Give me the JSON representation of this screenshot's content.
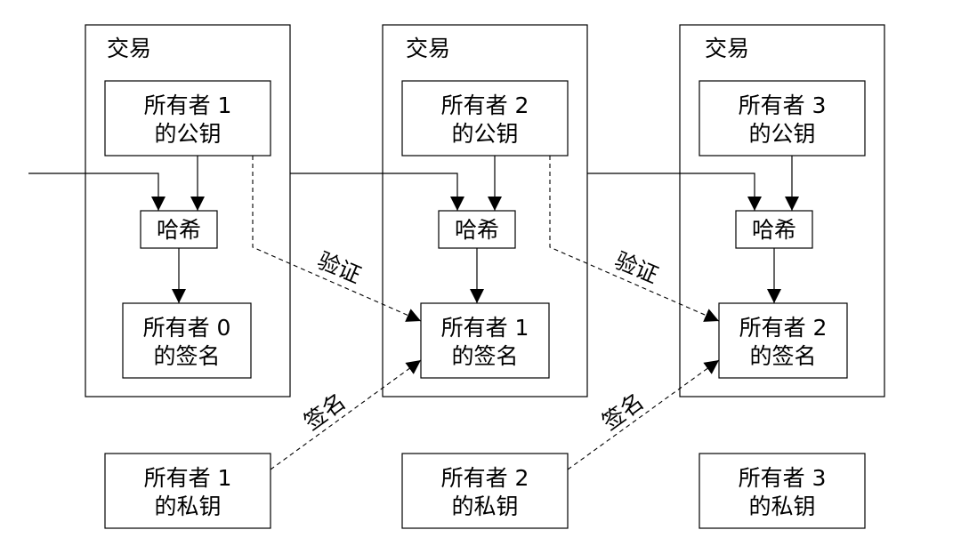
{
  "transactions": [
    {
      "title": "交易",
      "pubkey": [
        "所有者 1",
        "的公钥"
      ],
      "hash": "哈希",
      "signature": [
        "所有者 0",
        "的签名"
      ]
    },
    {
      "title": "交易",
      "pubkey": [
        "所有者 2",
        "的公钥"
      ],
      "hash": "哈希",
      "signature": [
        "所有者 1",
        "的签名"
      ]
    },
    {
      "title": "交易",
      "pubkey": [
        "所有者 3",
        "的公钥"
      ],
      "hash": "哈希",
      "signature": [
        "所有者 2",
        "的签名"
      ]
    }
  ],
  "private_keys": [
    [
      "所有者 1",
      "的私钥"
    ],
    [
      "所有者 2",
      "的私钥"
    ],
    [
      "所有者 3",
      "的私钥"
    ]
  ],
  "edge_labels": {
    "verify": "验证",
    "sign": "签名"
  }
}
